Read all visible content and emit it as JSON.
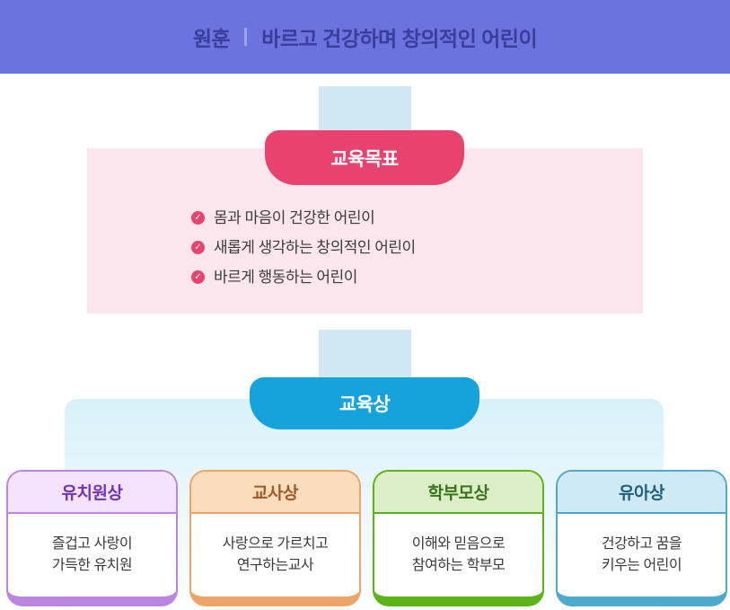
{
  "banner": {
    "label": "원훈",
    "motto": "바르고 건강하며 창의적인 어린이",
    "bg_color": "#6b73de",
    "text_color": "#383e9c"
  },
  "goals": {
    "badge_label": "교육목표",
    "badge_color": "#e8436f",
    "panel_color": "#fbe6ed",
    "check_icon": "✓",
    "items": [
      {
        "text": "몸과 마음이 건강한 어린이"
      },
      {
        "text": "새롭게 생각하는 창의적인 어린이"
      },
      {
        "text": "바르게 행동하는 어린이"
      }
    ]
  },
  "vision": {
    "badge_label": "교육상",
    "badge_color": "#16a3dc",
    "panel_color_top": "#d7f1f9"
  },
  "cards": [
    {
      "title": "유치원상",
      "line1": "즐겁고 사랑이",
      "line2": "가득한 유치원",
      "accent": "#bb85e0",
      "header_bg": "#f2e2fa",
      "title_color": "#7433b5"
    },
    {
      "title": "교사상",
      "line1": "사랑으로 가르치고",
      "line2": "연구하는교사",
      "accent": "#eda467",
      "header_bg": "#fbddbe",
      "title_color": "#a05a28"
    },
    {
      "title": "학부모상",
      "line1": "이해와 믿음으로",
      "line2": "참여하는 학부모",
      "accent": "#5bb317",
      "header_bg": "#dceec5",
      "title_color": "#39741f"
    },
    {
      "title": "유아상",
      "line1": "건강하고 꿈을",
      "line2": "키우는 어린이",
      "accent": "#4fa9cb",
      "header_bg": "#cfeaf6",
      "title_color": "#1e5f7e"
    }
  ]
}
